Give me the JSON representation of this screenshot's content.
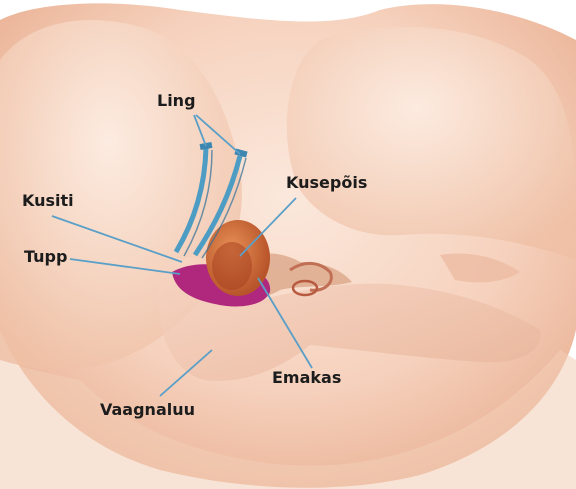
{
  "labels": {
    "ling": "Ling",
    "kusiti": "Kusiti",
    "tupp": "Tupp",
    "kusepois": "Kusepõis",
    "emakas": "Emakas",
    "vaagnaluu": "Vaagnaluu"
  },
  "colors": {
    "skin_light": "#fbe6da",
    "skin_mid": "#f2c2a8",
    "skin_dark": "#e6a585",
    "ligament_blue": "#4d9cc4",
    "vagina_magenta": "#b0287e",
    "bladder_orange": "#d9743f",
    "leader_line": "#5a9fc8",
    "text": "#1c1c1c"
  }
}
